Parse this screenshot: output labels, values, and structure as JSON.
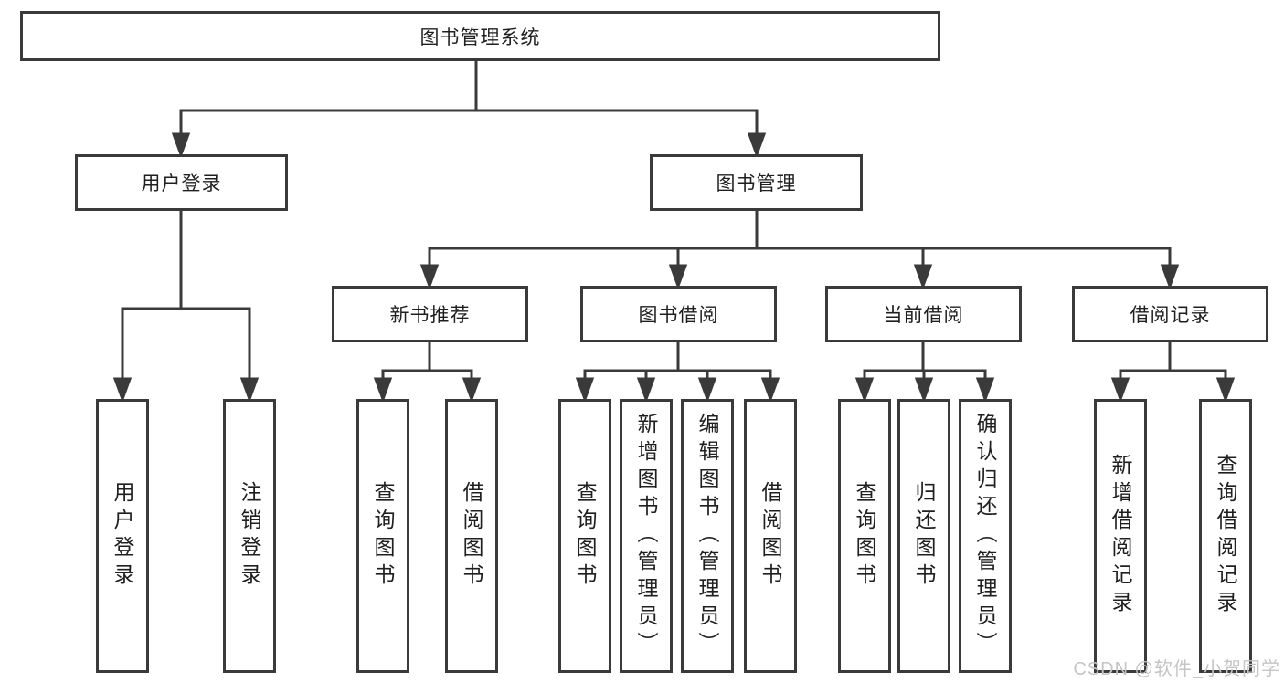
{
  "diagram_title": "图书管理系统",
  "nodes": {
    "root": "图书管理系统",
    "user_login": "用户登录",
    "book_mgmt": "图书管理",
    "new_book": "新书推荐",
    "book_borrow": "图书借阅",
    "current_borrow": "当前借阅",
    "borrow_records": "借阅记录",
    "leaves": {
      "user_login_1": "用户登录",
      "user_login_2": "注销登录",
      "new_book_1": "查询图书",
      "new_book_2": "借阅图书",
      "book_borrow_1": "查询图书",
      "book_borrow_2": "新增图书（管理员）",
      "book_borrow_3": "编辑图书（管理员）",
      "book_borrow_4": "借阅图书",
      "current_borrow_1": "查询图书",
      "current_borrow_2": "归还图书",
      "current_borrow_3": "确认归还（管理员）",
      "borrow_records_1": "新增借阅记录",
      "borrow_records_2": "查询借阅记录"
    }
  },
  "watermark": {
    "text": "CSDN @软件_小贺同学"
  },
  "colors": {
    "line": "#3a3a3a",
    "text": "#1f1f1f",
    "watermark": "#c5c5c5",
    "background": "#ffffff"
  }
}
